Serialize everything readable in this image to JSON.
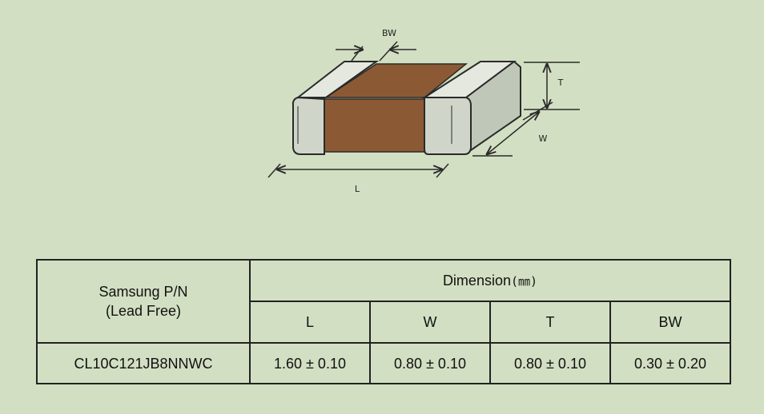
{
  "diagram": {
    "labels": {
      "bw": "BW",
      "t": "T",
      "w": "W",
      "l": "L"
    },
    "colors": {
      "background": "#d3dfc3",
      "terminal_fill": "#cfd6c9",
      "body_fill": "#8b5a34",
      "outline": "#2a2a2a"
    }
  },
  "table": {
    "part_header_line1": "Samsung P/N",
    "part_header_line2": "(Lead Free)",
    "dimension_header": "Dimension",
    "dimension_unit": "(㎜)",
    "columns": [
      "L",
      "W",
      "T",
      "BW"
    ],
    "rows": [
      {
        "part_number": "CL10C121JB8NNWC",
        "values": [
          "1.60 ± 0.10",
          "0.80 ± 0.10",
          "0.80 ± 0.10",
          "0.30 ± 0.20"
        ]
      }
    ]
  }
}
